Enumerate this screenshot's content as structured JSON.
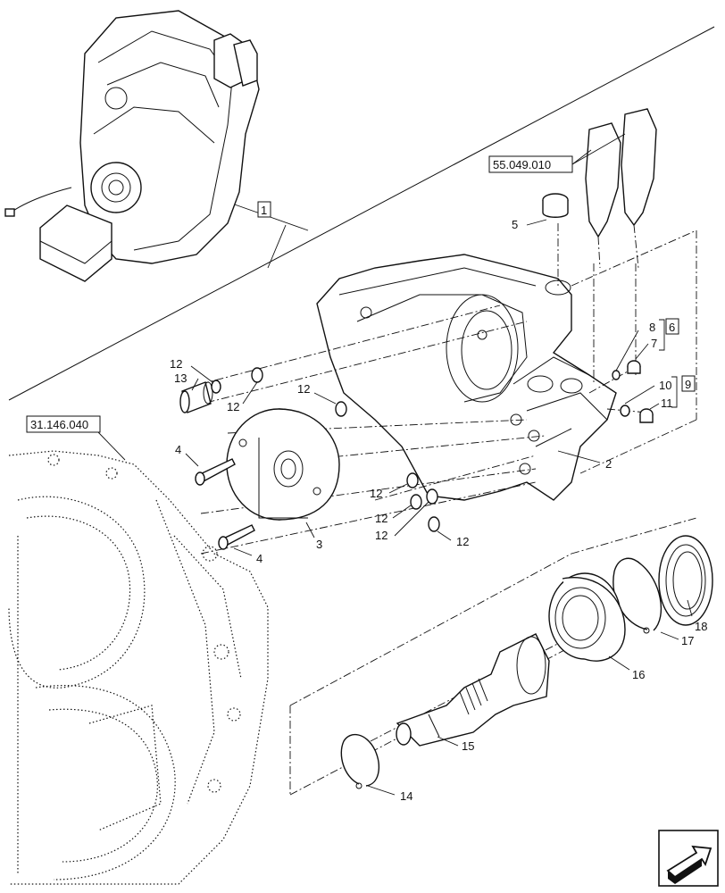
{
  "references": {
    "ref_1": "1",
    "ref_6": "6",
    "ref_9": "9",
    "ref_55049010": "55.049.010",
    "ref_31146040": "31.146.040"
  },
  "callouts": {
    "c2": "2",
    "c3": "3",
    "c4a": "4",
    "c4b": "4",
    "c5": "5",
    "c7": "7",
    "c8": "8",
    "c10": "10",
    "c11": "11",
    "c12a": "12",
    "c12b": "12",
    "c12c": "12",
    "c12d": "12",
    "c12e": "12",
    "c12f": "12",
    "c12g": "12",
    "c13": "13",
    "c14": "14",
    "c15": "15",
    "c16": "16",
    "c17": "17",
    "c18": "18"
  },
  "icons": {
    "corner": "navigation-arrow-icon"
  }
}
